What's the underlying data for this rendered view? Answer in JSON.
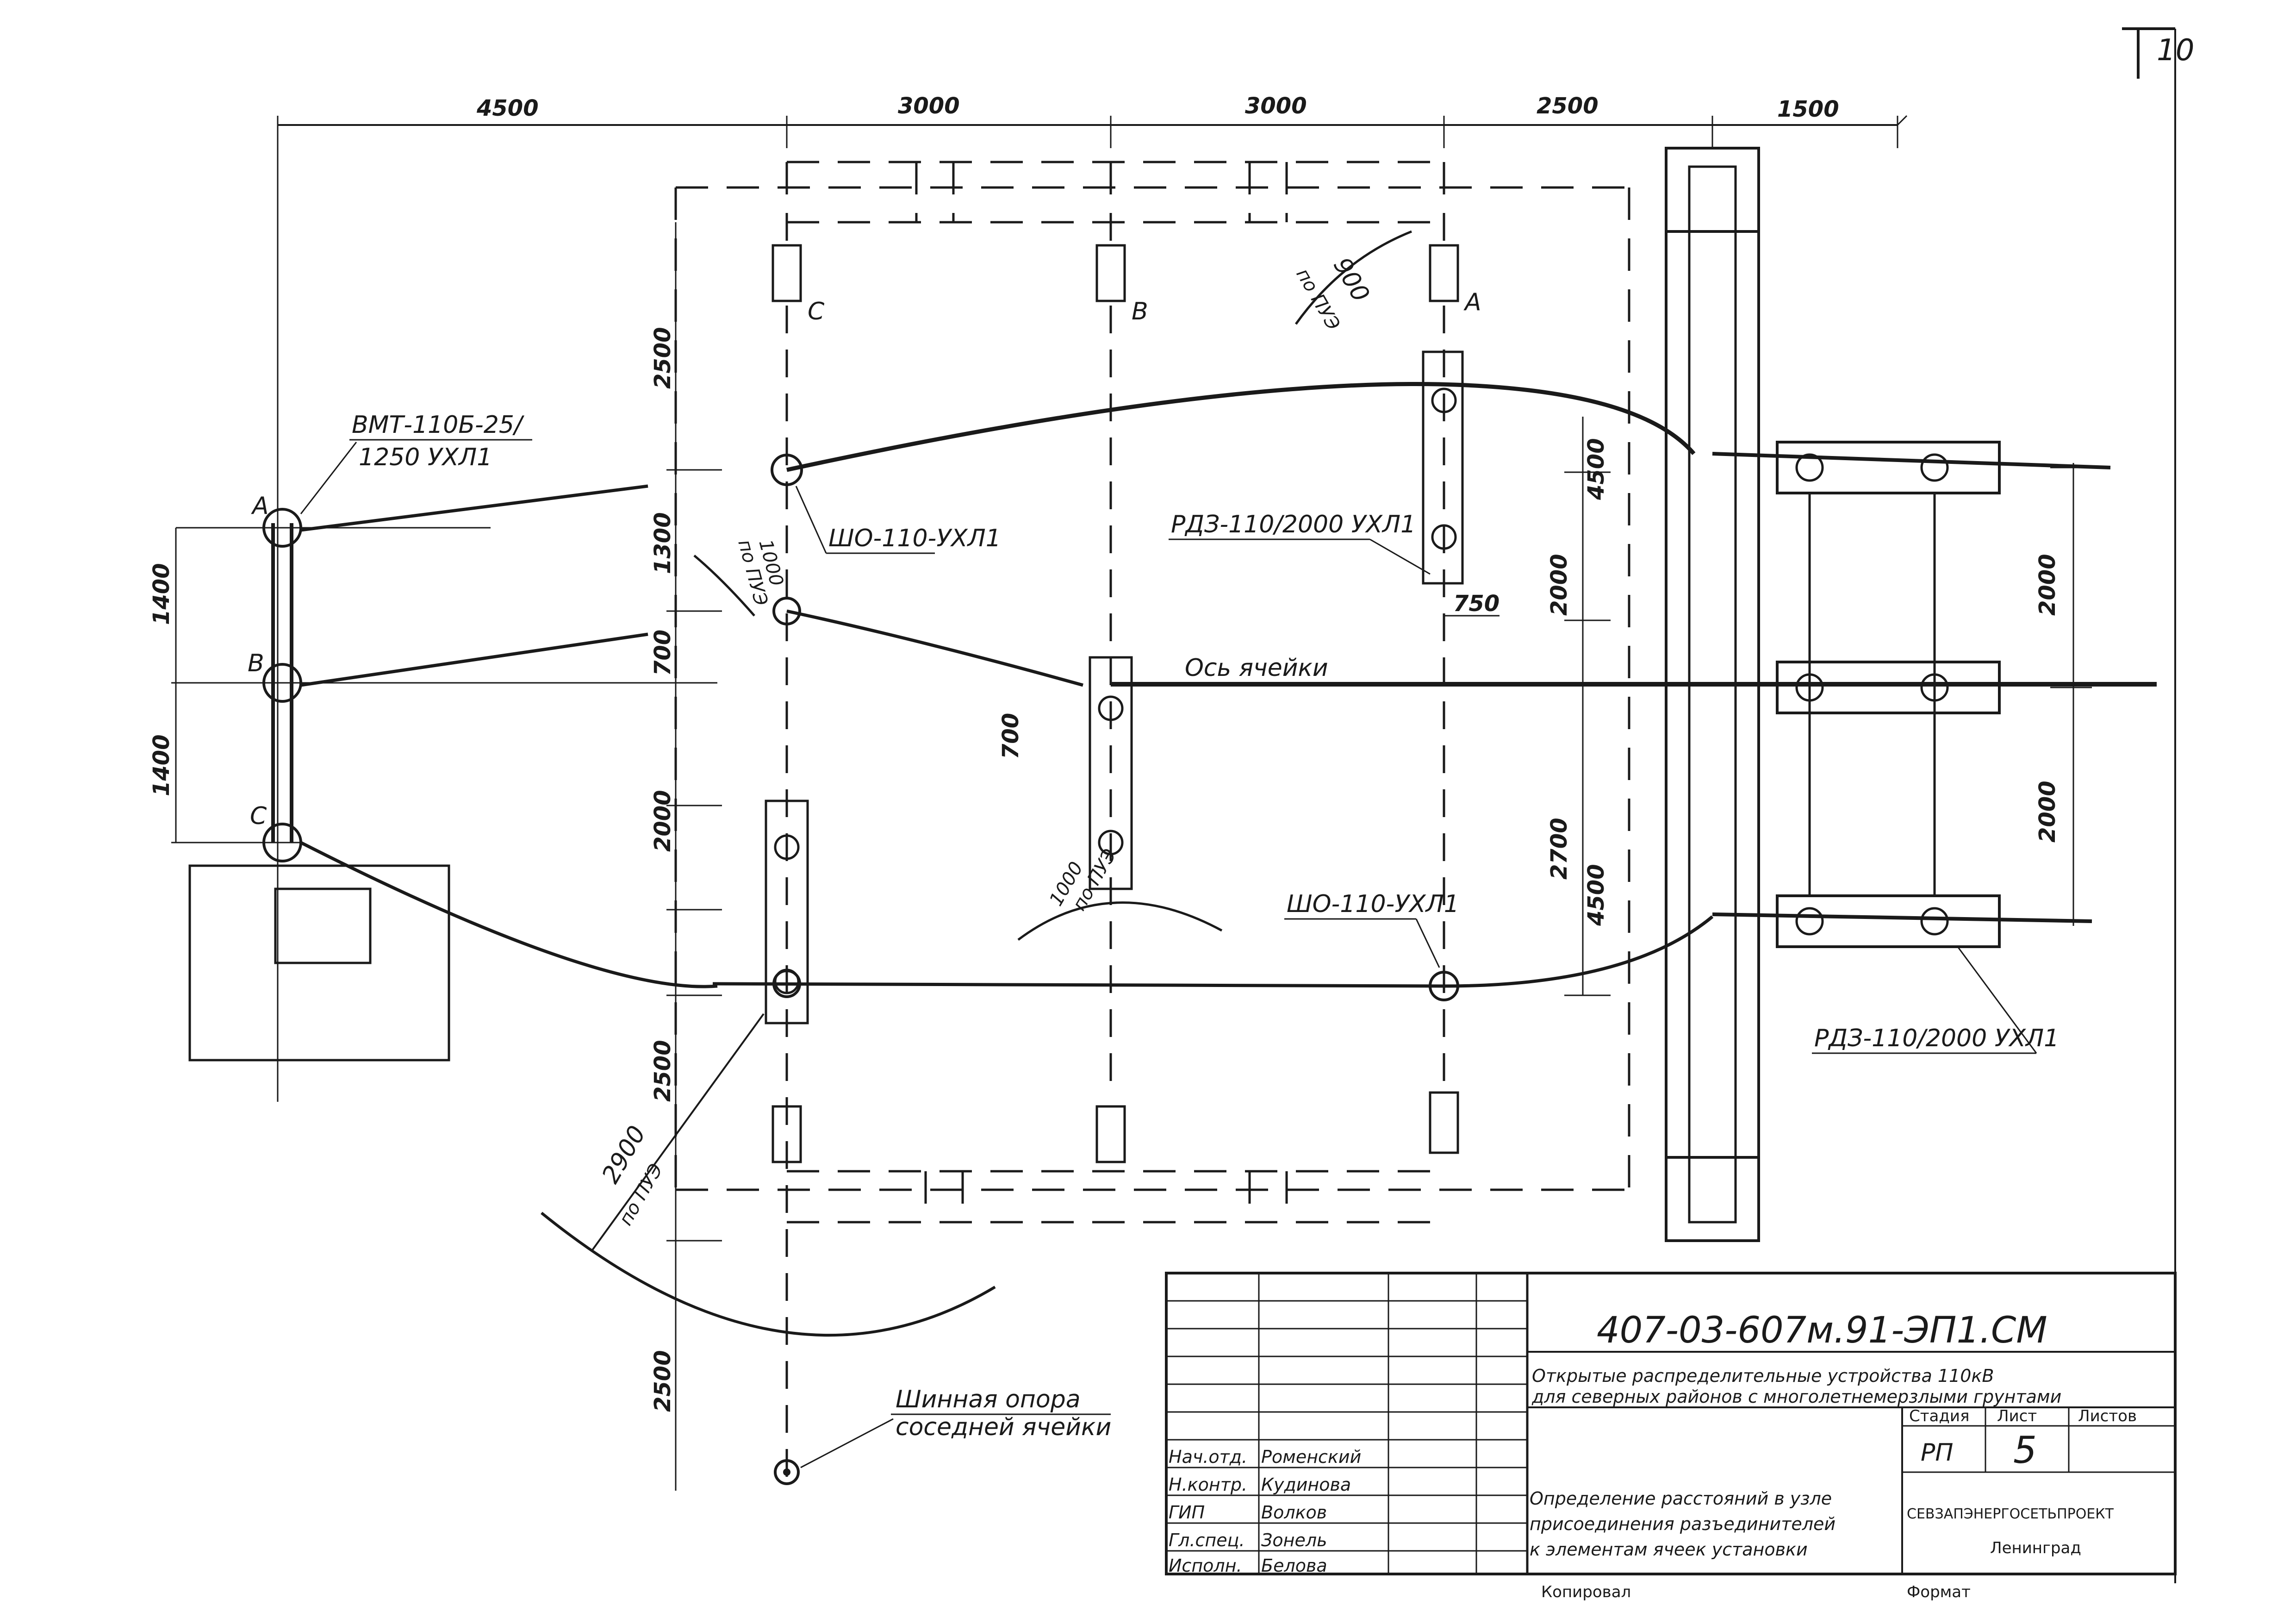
{
  "sheet_number": "10",
  "dimensions_top": [
    "4500",
    "3000",
    "3000",
    "2500",
    "1500"
  ],
  "dimensions_left": [
    "2500",
    "1300",
    "700",
    "2000",
    "2500",
    "2500"
  ],
  "dimensions_phase": [
    "1400",
    "1400"
  ],
  "dimensions_right": [
    "4500",
    "2000",
    "2700",
    "4500",
    "2000",
    "2000"
  ],
  "dimension_misc": {
    "d750": "750",
    "d700": "700"
  },
  "phases": {
    "A": "A",
    "B": "B",
    "C": "C"
  },
  "labels": {
    "breaker_1": "ВМТ-110Б-25/",
    "breaker_2": "1250 УХЛ1",
    "disconnector_top": "РДЗ-110/2000 УХЛ1",
    "disconnector_right": "РДЗ-110/2000 УХЛ1",
    "bus_support_1": "ШО-110-УХЛ1",
    "bus_support_2": "ШО-110-УХЛ1",
    "cell_axis": "Ось ячейки",
    "puz_900": "900",
    "puz_900_b": "по ПУЭ",
    "puz_1000a": "1000",
    "puz_1000a_b": "по ПУЭ",
    "puz_1000b": "1000",
    "puz_1000b_b": "по ПУЭ",
    "puz_2900": "2900",
    "puz_2900_b": "по ПУЭ",
    "neighbor_1": "Шинная опора",
    "neighbor_2": "соседней ячейки"
  },
  "title_block": {
    "code": "407-03-607м.91-ЭП1.СМ",
    "project_1": "Открытые распределительные устройства 110кВ",
    "project_2": "для северных районов с многолетнемерзлыми грунтами",
    "col_stage": "Стадия",
    "col_sheet": "Лист",
    "col_sheets": "Листов",
    "stage": "РП",
    "sheet": "5",
    "drawing_1": "Определение расстояний в узле",
    "drawing_2": "присоединения разъединителей",
    "drawing_3": "к элементам ячеек установки",
    "org": "СЕВЗАПЭНЕРГОСЕТЬПРОЕКТ",
    "city": "Ленинград",
    "copied": "Копировал",
    "format": "Формат",
    "roles": [
      {
        "role": "Нач.отд.",
        "name": "Роменский"
      },
      {
        "role": "Н.контр.",
        "name": "Кудинова"
      },
      {
        "role": "ГИП",
        "name": "Волков"
      },
      {
        "role": "Гл.спец.",
        "name": "Зонель"
      },
      {
        "role": "Исполн.",
        "name": "Белова"
      }
    ]
  }
}
